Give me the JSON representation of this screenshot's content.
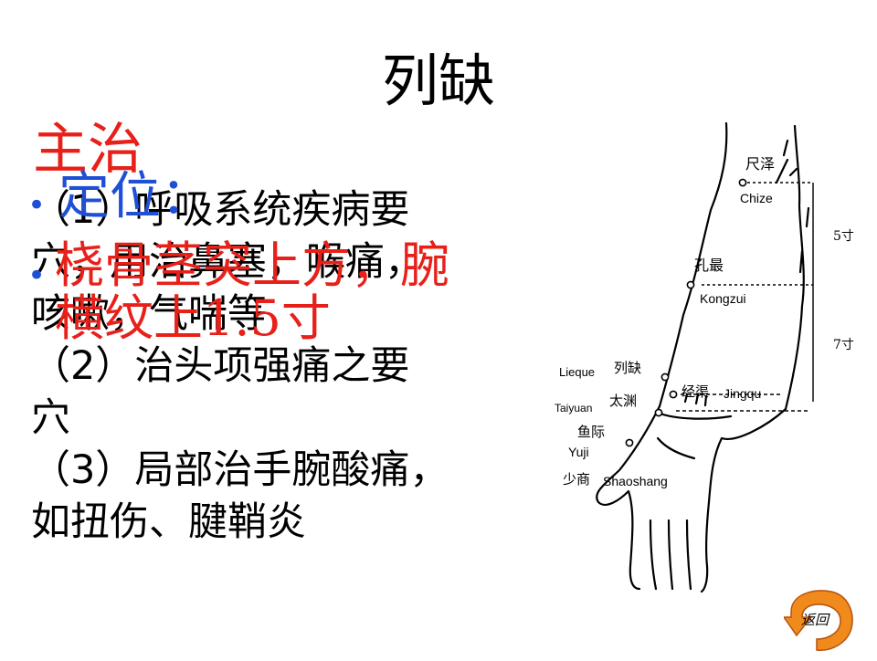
{
  "title": "列缺",
  "overlay": {
    "main_treat": "主治",
    "location_label": "定位：",
    "location_line1": "桡骨茎突上方，腕",
    "location_line2": "横纹上1.5寸"
  },
  "body_lines": [
    "（1）呼吸系统疾病要",
    "穴，用治鼻塞，喉痛，",
    "咳嗽，气喘等",
    "（2）治头项强痛之要",
    "穴",
    "（3）局部治手腕酸痛，",
    "如扭伤、腱鞘炎"
  ],
  "diagram": {
    "labels": {
      "chize_cn": "尺泽",
      "chize_en": "Chize",
      "kongzui_cn": "孔最",
      "kongzui_en": "Kongzui",
      "lieque_en": "Lieque",
      "lieque_cn": "列缺",
      "jingqu_cn": "经渠",
      "jingqu_en": "Jingqu",
      "taiyuan_en": "Taiyuan",
      "taiyuan_cn": "太渊",
      "yuji_cn": "鱼际",
      "yuji_en": "Yuji",
      "shaoshang_cn": "少商",
      "shaoshang_en": "Shaoshang",
      "measure_5": "5寸",
      "measure_7": "7寸"
    }
  },
  "back_button": {
    "label": "返回"
  },
  "colors": {
    "red": "#e8201a",
    "blue": "#1f4fd6",
    "orange": "#f08a1c"
  }
}
